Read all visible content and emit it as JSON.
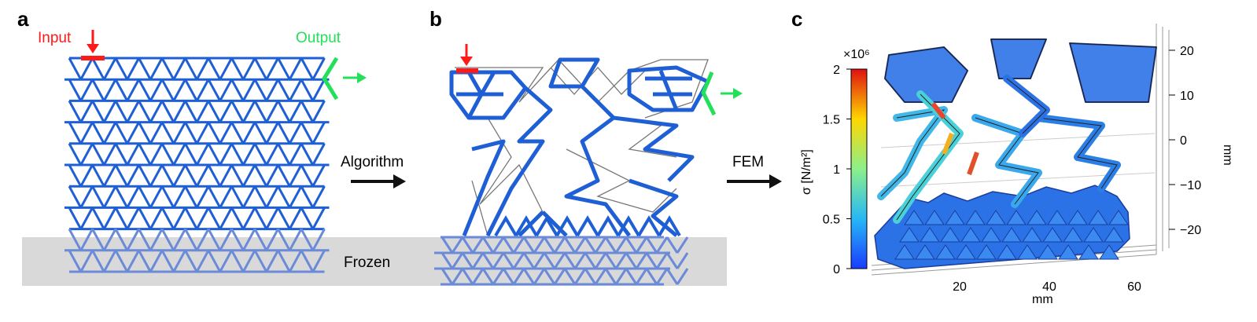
{
  "panels": {
    "a": {
      "letter": "a",
      "input_label": "Input",
      "output_label": "Output",
      "frozen_label": "Frozen",
      "arrow_label": "Algorithm"
    },
    "b": {
      "letter": "b",
      "arrow_label": "FEM"
    },
    "c": {
      "letter": "c",
      "colorbar": {
        "label": "σ [N/m²]",
        "exponent": "×10⁶",
        "ticks": [
          "2",
          "1.5",
          "1",
          "0.5",
          "0"
        ]
      },
      "x_axis": {
        "label": "mm",
        "ticks": [
          "20",
          "40",
          "60"
        ]
      },
      "z_axis": {
        "label": "mm",
        "ticks": [
          "20",
          "10",
          "0",
          "−10",
          "−20"
        ]
      }
    }
  },
  "colors": {
    "structure_blue": "#1f5fd6",
    "frozen_gray": "#d9d9d9",
    "input_red": "#ff1a1a",
    "output_green": "#22e05a",
    "outline_gray": "#555555"
  }
}
